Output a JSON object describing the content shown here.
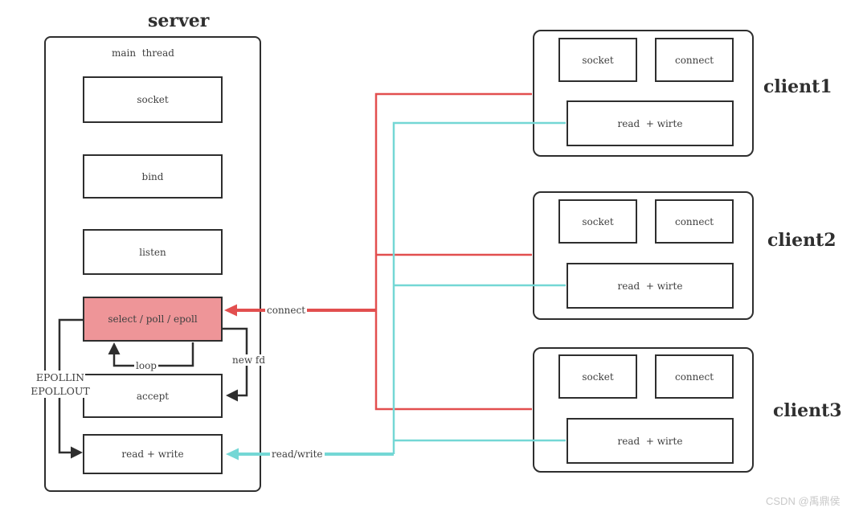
{
  "colors": {
    "connect_line": "#e24f4f",
    "read_write_line": "#74d7d5",
    "select_fill": "#ee9598",
    "stroke": "#2e2e2e",
    "text": "#3f3f3f",
    "watermark": "#c9c9c9"
  },
  "server": {
    "title": "server",
    "thread_label": "main  thread",
    "boxes": [
      {
        "label": "socket"
      },
      {
        "label": "bind"
      },
      {
        "label": "listen"
      },
      {
        "label": "select / poll / epoll"
      },
      {
        "label": "accept"
      },
      {
        "label": "read + write"
      }
    ],
    "epollin_label": "EPOLLIN",
    "epollout_label": "EPOLLOUT"
  },
  "edges": {
    "connect_label": "connect",
    "read_write_label": "read/write",
    "loop_label": "loop",
    "new_fd_label": "new fd"
  },
  "clients": [
    {
      "title": "client1",
      "socket_label": "socket",
      "connect_label": "connect",
      "read_write_label": "read  + wirte"
    },
    {
      "title": "client2",
      "socket_label": "socket",
      "connect_label": "connect",
      "read_write_label": "read  + wirte"
    },
    {
      "title": "client3",
      "socket_label": "socket",
      "connect_label": "connect",
      "read_write_label": "read  + wirte"
    }
  ],
  "watermark": "CSDN @禹鼎侯"
}
